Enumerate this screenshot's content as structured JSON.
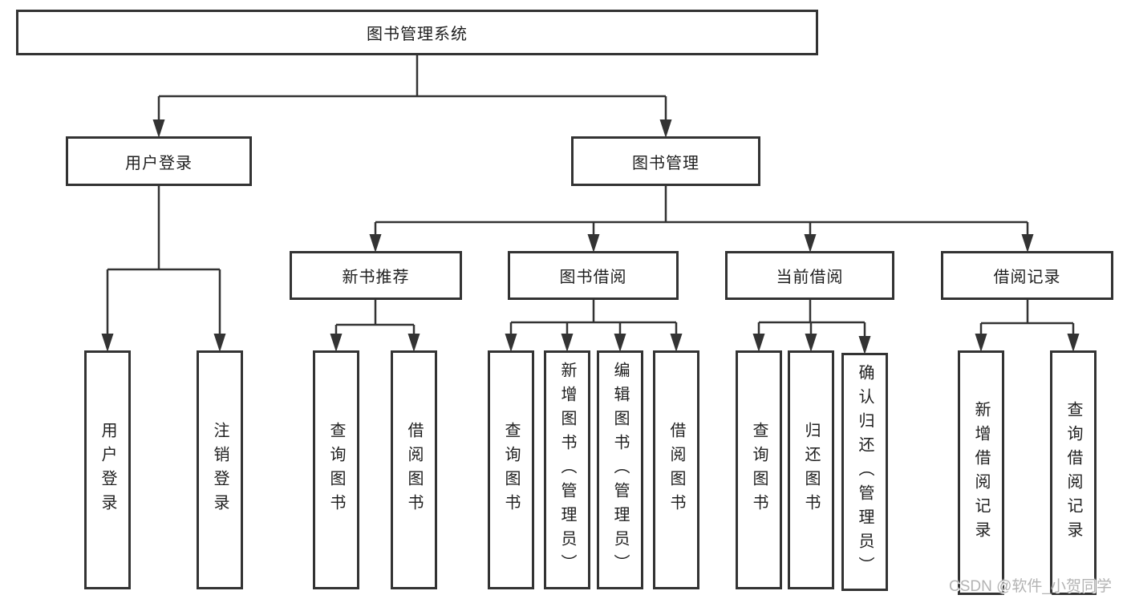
{
  "diagram": {
    "root": {
      "label": "图书管理系统"
    },
    "level2": [
      {
        "id": "user-login",
        "label": "用户登录",
        "parent": "图书管理系统"
      },
      {
        "id": "book-management",
        "label": "图书管理",
        "parent": "图书管理系统"
      }
    ],
    "level3": [
      {
        "id": "new-book-recommend",
        "label": "新书推荐",
        "parent": "图书管理"
      },
      {
        "id": "book-borrowing",
        "label": "图书借阅",
        "parent": "图书管理"
      },
      {
        "id": "current-borrowing",
        "label": "当前借阅",
        "parent": "图书管理"
      },
      {
        "id": "borrowing-records",
        "label": "借阅记录",
        "parent": "图书管理"
      }
    ],
    "leaves": [
      {
        "label": "用户登录",
        "parent": "用户登录"
      },
      {
        "label": "注销登录",
        "parent": "用户登录"
      },
      {
        "label": "查询图书",
        "parent": "新书推荐"
      },
      {
        "label": "借阅图书",
        "parent": "新书推荐"
      },
      {
        "label": "查询图书",
        "parent": "图书借阅"
      },
      {
        "label": "新增图书（管理员）",
        "parent": "图书借阅"
      },
      {
        "label": "编辑图书（管理员）",
        "parent": "图书借阅"
      },
      {
        "label": "借阅图书",
        "parent": "图书借阅"
      },
      {
        "label": "查询图书",
        "parent": "当前借阅"
      },
      {
        "label": "归还图书",
        "parent": "当前借阅"
      },
      {
        "label": "确认归还（管理员）",
        "parent": "当前借阅"
      },
      {
        "label": "新增借阅记录",
        "parent": "借阅记录"
      },
      {
        "label": "查询借阅记录",
        "parent": "借阅记录"
      }
    ]
  },
  "watermark": {
    "text": "CSDN @软件_小贺同学"
  },
  "colors": {
    "line": "#333333",
    "text": "#1f1f1f",
    "background": "#ffffff",
    "watermark": "#b3b3b3"
  }
}
